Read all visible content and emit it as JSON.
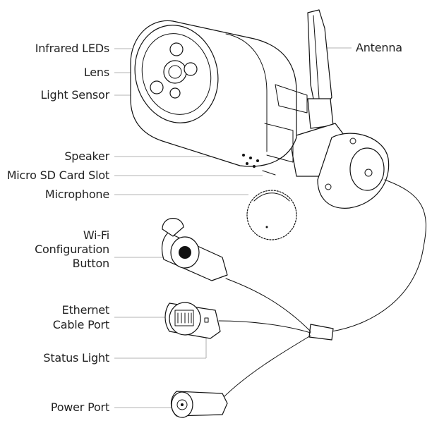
{
  "labels": {
    "infrared_leds": "Infrared LEDs",
    "lens": "Lens",
    "light_sensor": "Light Sensor",
    "antenna": "Antenna",
    "speaker": "Speaker",
    "micro_sd": "Micro SD Card Slot",
    "microphone": "Microphone",
    "wifi_line1": "Wi-Fi",
    "wifi_line2": "Configuration",
    "wifi_line3": "Button",
    "ethernet_line1": "Ethernet",
    "ethernet_line2": "Cable Port",
    "status_light": "Status Light",
    "power_port": "Power Port"
  },
  "colors": {
    "line": "#9a9a9a",
    "outline": "#111111",
    "text": "#222222"
  }
}
